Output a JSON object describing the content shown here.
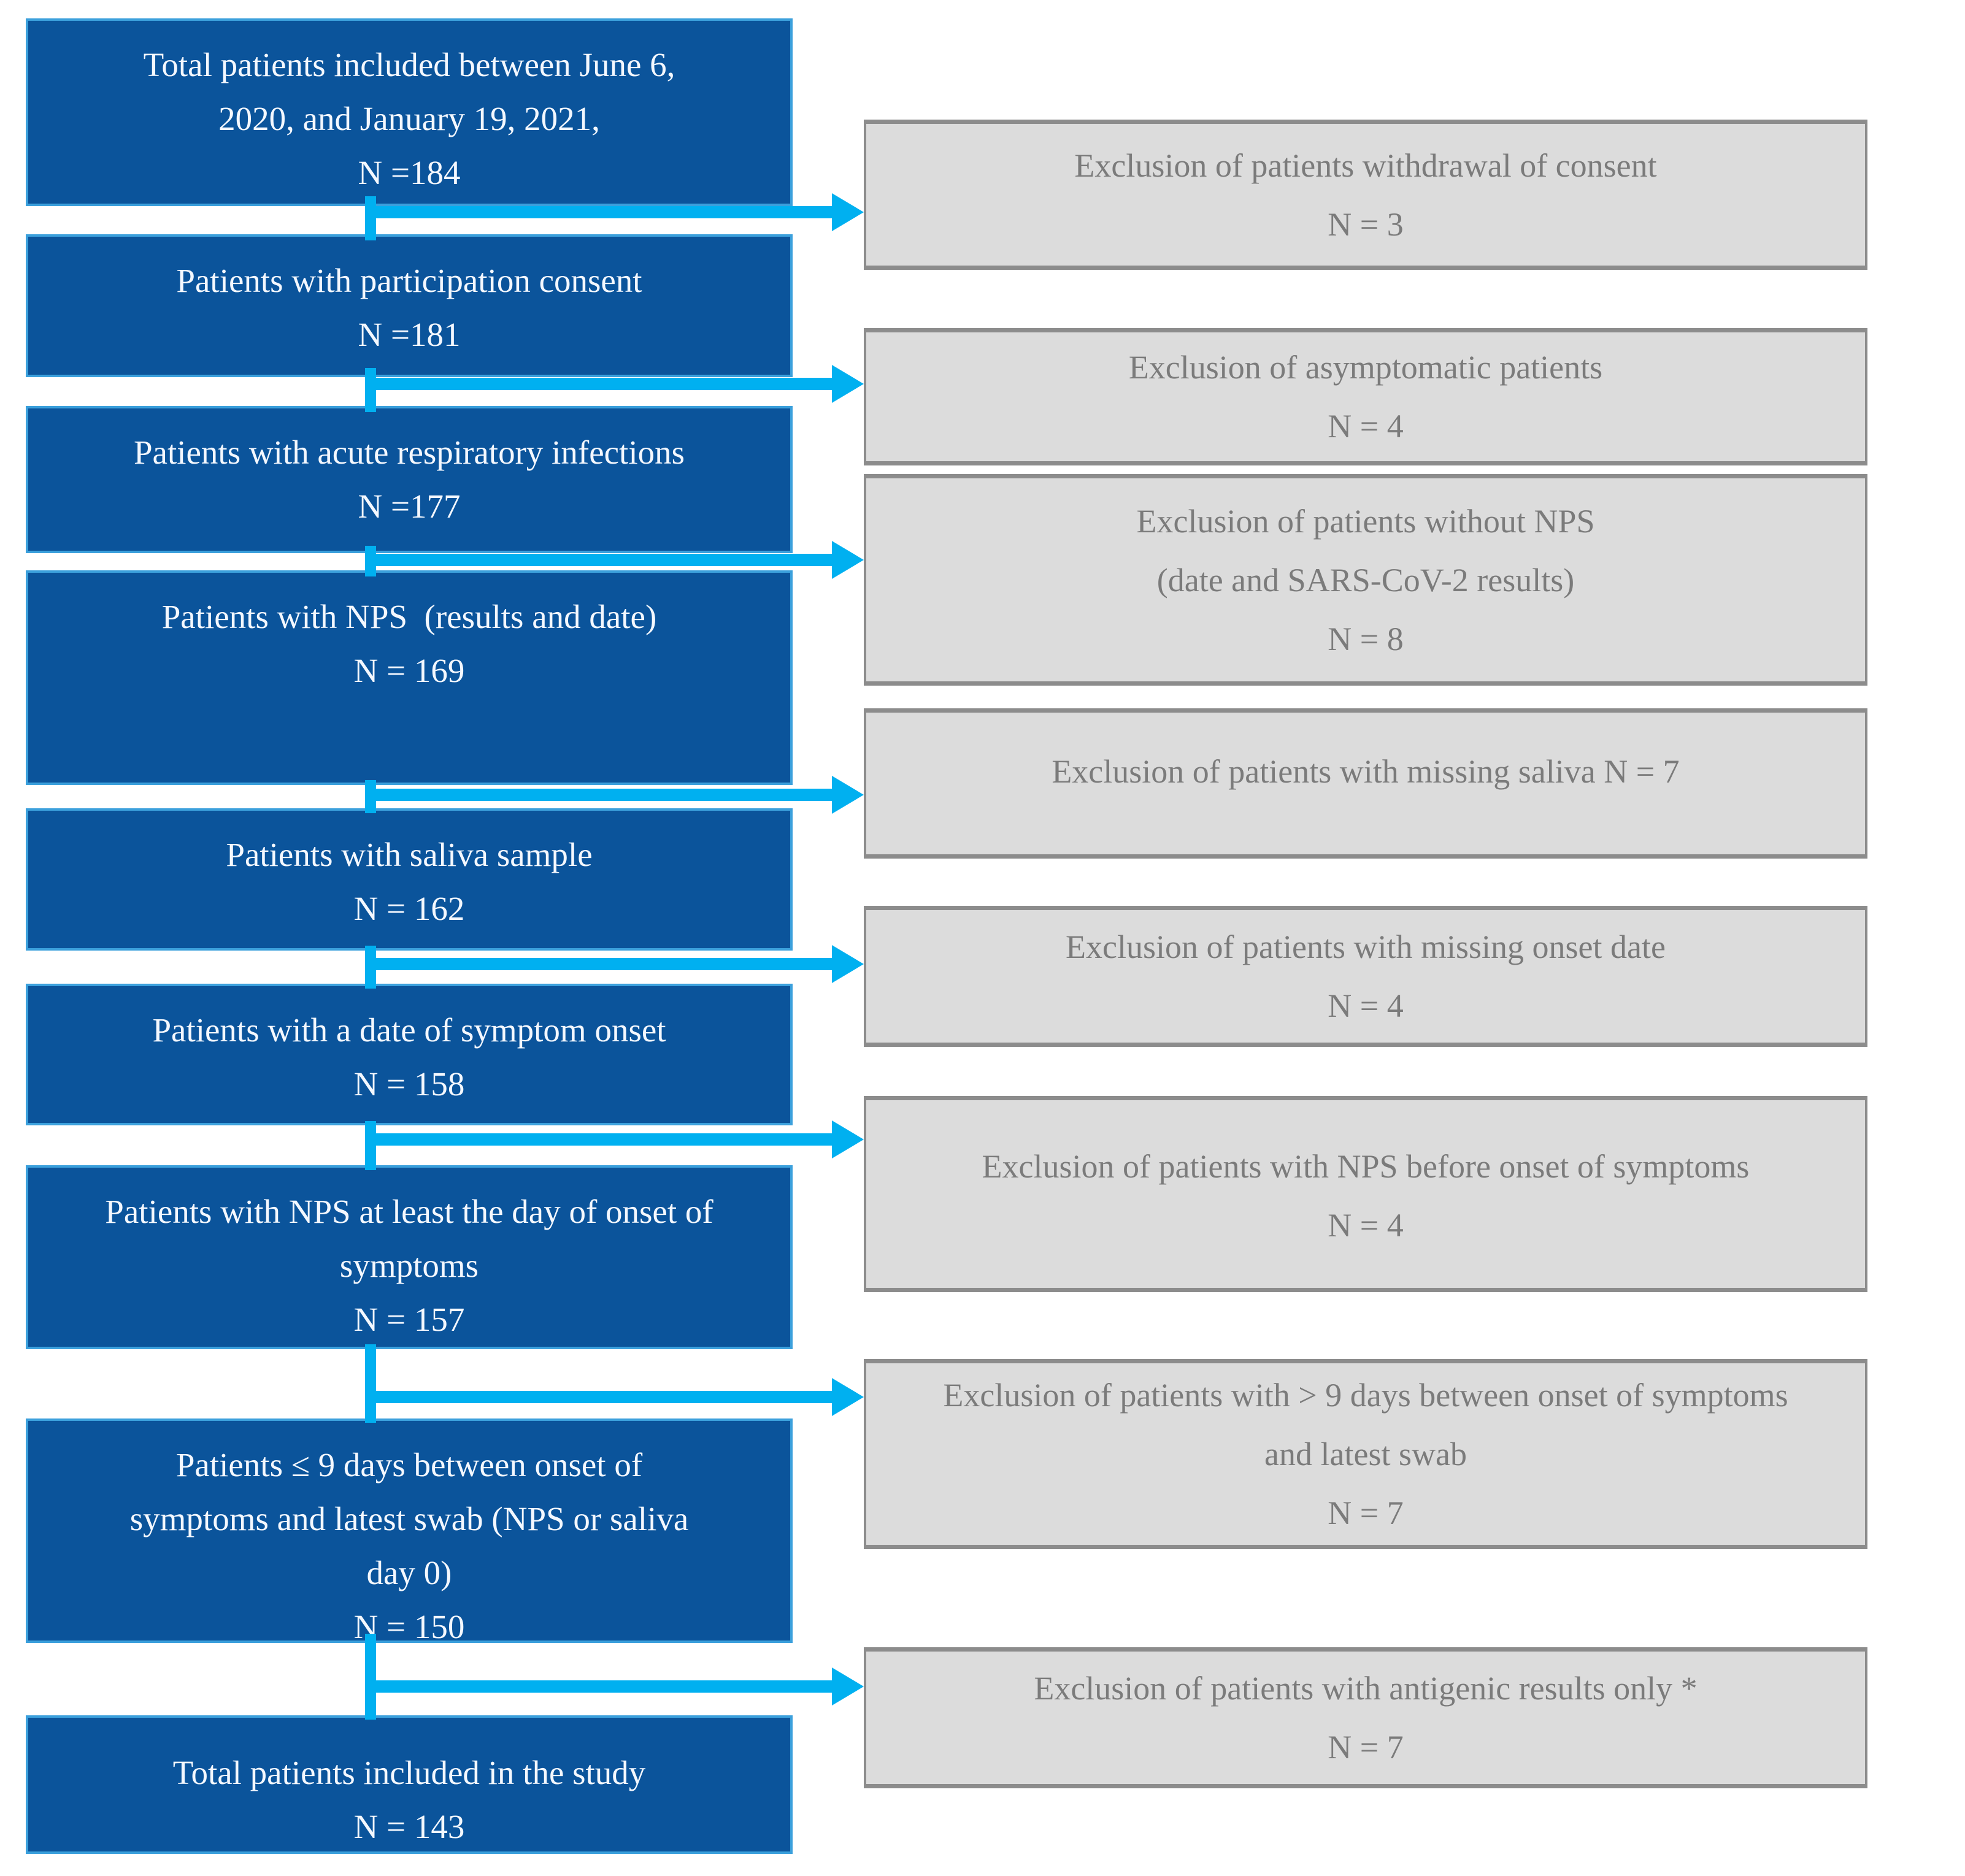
{
  "colors": {
    "box_blue": "#0B549B",
    "box_blue_border": "#3BA0DC",
    "box_blue_text": "#F4F8FF",
    "gray_fill": "#DCDCDC",
    "gray_border": "#8C8C8C",
    "gray_text": "#7B7B7B",
    "arrow": "#00B0F0",
    "page_bg": "#FFFFFF"
  },
  "steps": [
    {
      "n": 184,
      "lines": [
        "Total patients included between June 6,",
        "2020, and January 19, 2021,",
        "N =184"
      ]
    },
    {
      "n": 181,
      "lines": [
        "Patients with participation consent",
        "N =181"
      ]
    },
    {
      "n": 177,
      "lines": [
        "Patients with acute respiratory infections",
        "N =177"
      ]
    },
    {
      "n": 169,
      "lines": [
        "Patients with NPS  (results and date)",
        "N = 169"
      ]
    },
    {
      "n": 162,
      "lines": [
        "Patients with saliva sample",
        "N = 162"
      ]
    },
    {
      "n": 158,
      "lines": [
        "Patients with a date of symptom onset",
        "N = 158"
      ]
    },
    {
      "n": 157,
      "lines": [
        "Patients with NPS at least the day of onset of",
        "symptoms",
        "N = 157"
      ]
    },
    {
      "n": 150,
      "lines": [
        "Patients ≤ 9 days between onset of",
        "symptoms and latest swab (NPS or saliva",
        "day 0)",
        "N = 150"
      ]
    },
    {
      "n": 143,
      "lines": [
        "Total patients included in the study",
        "N = 143"
      ]
    }
  ],
  "exclusions": [
    {
      "n": 3,
      "lines": [
        "Exclusion of patients withdrawal of consent",
        "N = 3"
      ]
    },
    {
      "n": 4,
      "lines": [
        "Exclusion of asymptomatic patients",
        "N = 4"
      ]
    },
    {
      "n": 8,
      "lines": [
        "Exclusion of patients without NPS",
        "(date and SARS-CoV-2 results)",
        "N = 8"
      ]
    },
    {
      "n": 7,
      "lines": [
        "Exclusion of patients with missing saliva N = 7"
      ]
    },
    {
      "n": 4,
      "lines": [
        "Exclusion of patients with missing onset date",
        "N = 4"
      ]
    },
    {
      "n": 4,
      "lines": [
        "Exclusion of patients with NPS before onset of symptoms",
        "N = 4"
      ]
    },
    {
      "n": 7,
      "lines": [
        "Exclusion of patients with > 9 days between onset of symptoms",
        "and latest swab",
        "N = 7"
      ]
    },
    {
      "n": 7,
      "lines": [
        "Exclusion of patients with antigenic results only *",
        "N = 7"
      ]
    }
  ]
}
